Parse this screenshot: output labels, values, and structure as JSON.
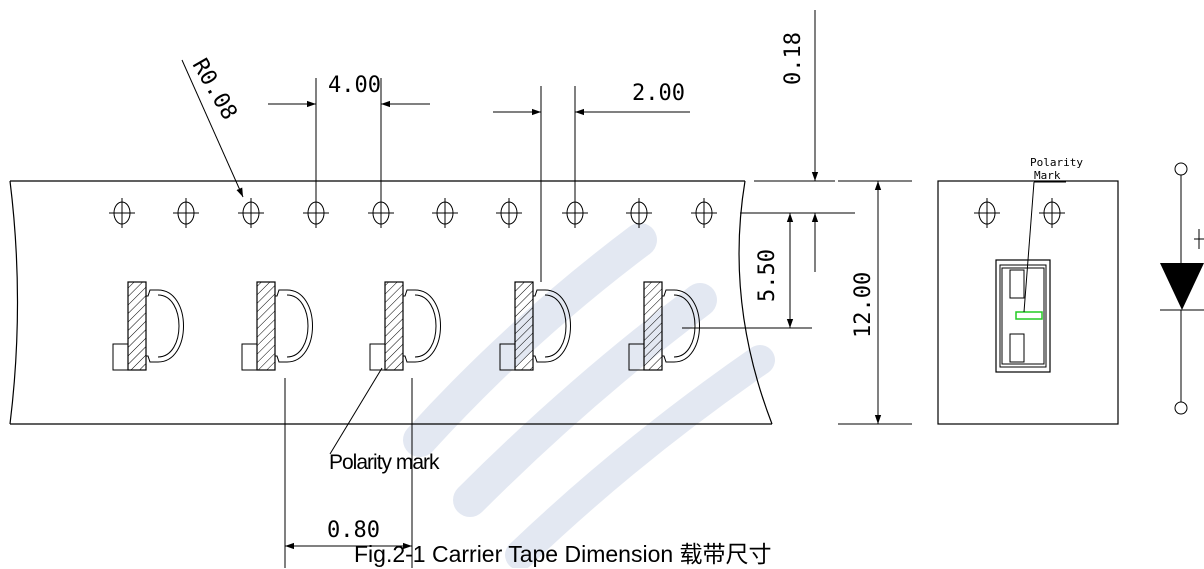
{
  "dimensions": {
    "pitch_holes": "4.00",
    "pitch_half": "2.00",
    "thickness": "0.18",
    "radius": "R0.08",
    "hole_to_cavity": "5.50",
    "tape_width": "12.00",
    "cavity_gap": "0.80"
  },
  "labels": {
    "polarity_mark": "Polarity mark",
    "detail_polarity_line1": "Polarity",
    "detail_polarity_line2": "Mark"
  },
  "caption": "Fig.2-1 Carrier Tape Dimension 载带尺寸",
  "colors": {
    "line": "#000000",
    "watermark": "#cdd6e8",
    "polarity_highlight": "#22cc22"
  }
}
